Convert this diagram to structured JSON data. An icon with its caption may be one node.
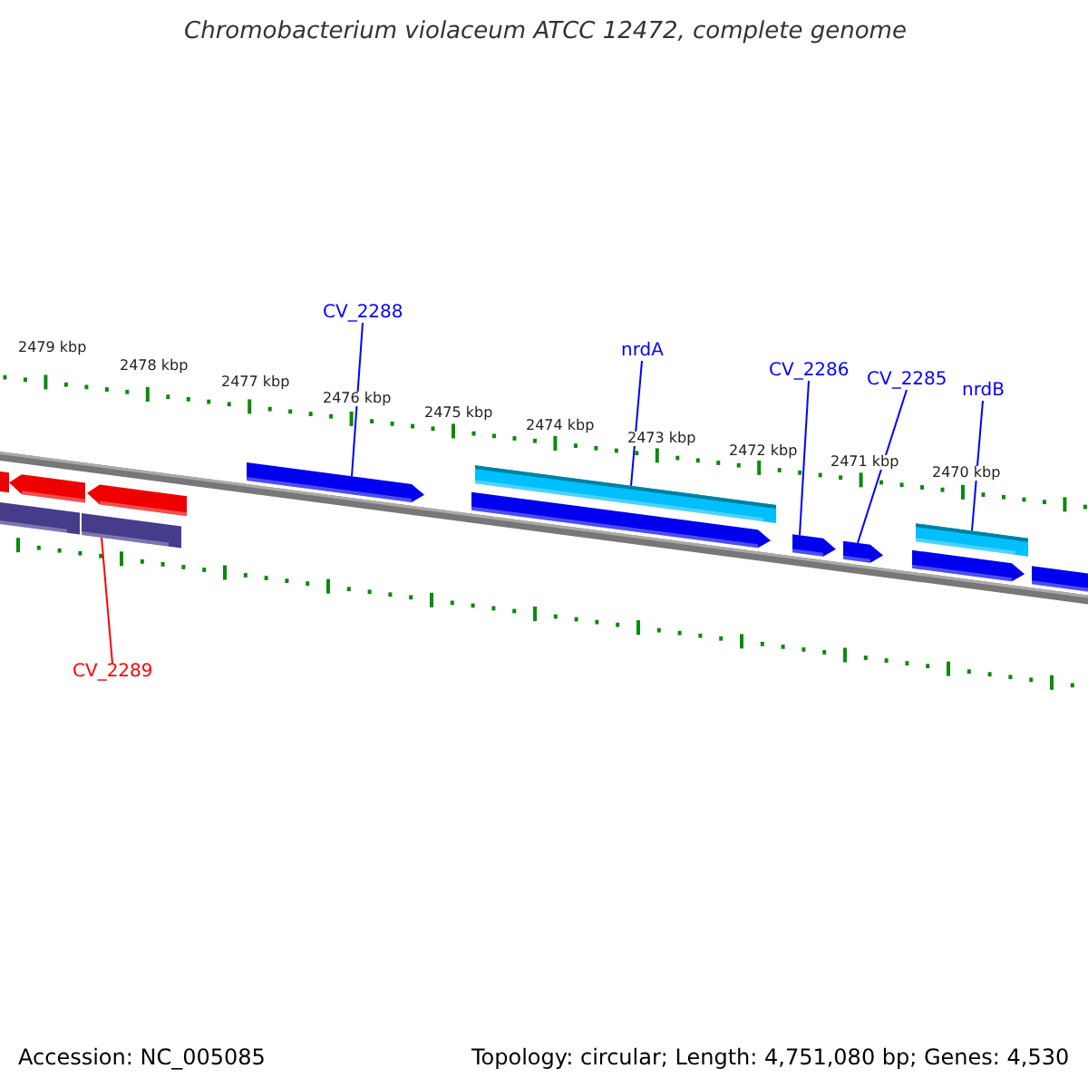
{
  "diagram": {
    "title": "Chromobacterium violaceum ATCC 12472, complete genome",
    "nodes": [
      {
        "text": [
          "CV_2288"
        ]
      },
      {
        "text": [
          "nrdA"
        ]
      },
      {
        "text": [
          "CV_2286"
        ]
      },
      {
        "text": [
          "CV_2285"
        ]
      },
      {
        "text": [
          "nrdB"
        ]
      },
      {
        "text": [
          "CV_2289"
        ]
      },
      {
        "text": [],
        "shape": "bar"
      },
      {
        "text": [],
        "shape": "pentagon"
      },
      {
        "text": [],
        "shape": "pentagon"
      },
      {
        "text": [],
        "shape": "bar"
      },
      {
        "text": [],
        "shape": "bar"
      },
      {
        "text": [],
        "shape": "pentagon"
      },
      {
        "text": [],
        "shape": "pentagon"
      },
      {
        "text": [],
        "shape": "bar"
      },
      {
        "text": [],
        "shape": "pentagon"
      },
      {
        "text": [],
        "shape": "pentagon"
      },
      {
        "text": [],
        "shape": "pentagon"
      },
      {
        "text": [],
        "shape": "bar"
      },
      {
        "text": [],
        "shape": "bar"
      }
    ],
    "edges": [
      {
        "from": 0,
        "to": 11,
        "arrow": "none"
      },
      {
        "from": 1,
        "to": 13,
        "arrow": "none"
      },
      {
        "from": 2,
        "to": 14,
        "arrow": "none"
      },
      {
        "from": 3,
        "to": 15,
        "arrow": "none"
      },
      {
        "from": 4,
        "to": 17,
        "arrow": "none"
      },
      {
        "from": 5,
        "to": 10,
        "arrow": "none",
        "color": "#ff0000"
      }
    ],
    "labels": [
      "2479 kbp",
      "2478 kbp",
      "2477 kbp",
      "2476 kbp",
      "2475 kbp",
      "2474 kbp",
      "2473 kbp",
      "2472 kbp",
      "2471 kbp",
      "2470 kbp",
      "Accession: NC_005085",
      "Topology: circular; Length: 4,751,080 bp; Genes: 4,530"
    ]
  }
}
